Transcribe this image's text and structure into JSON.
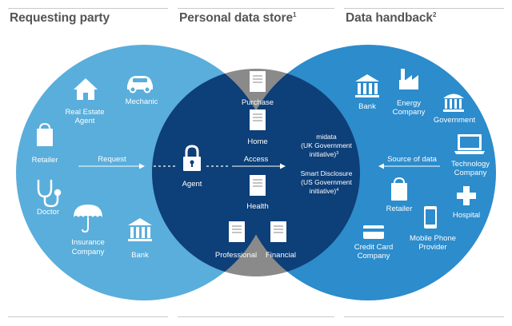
{
  "headers": {
    "requesting": {
      "label": "Requesting party",
      "sup": ""
    },
    "store": {
      "label": "Personal data store",
      "sup": "1"
    },
    "handback": {
      "label": "Data handback",
      "sup": "2"
    }
  },
  "colors": {
    "left_circle": "#5aaedb",
    "middle_circle": "#8a8a8a",
    "right_circle": "#2c8ccc",
    "overlap": "#0d3f78",
    "text": "#ffffff",
    "header": "#555555"
  },
  "requesting_party": {
    "real_estate": {
      "line1": "Real Estate",
      "line2": "Agent",
      "icon": "house-icon"
    },
    "mechanic": {
      "label": "Mechanic",
      "icon": "car-icon"
    },
    "retailer": {
      "label": "Retailer",
      "icon": "shopping-bag-icon"
    },
    "doctor": {
      "label": "Doctor",
      "icon": "stethoscope-icon"
    },
    "insurance": {
      "line1": "Insurance",
      "line2": "Company",
      "icon": "umbrella-icon"
    },
    "bank": {
      "label": "Bank",
      "icon": "bank-icon"
    },
    "request_arrow": "Request"
  },
  "agent": {
    "label": "Agent",
    "icon": "lock-icon"
  },
  "personal_data_store": {
    "purchase": "Purchase",
    "home": "Home",
    "health": "Health",
    "professional": "Professional",
    "financial": "Financial",
    "access_arrow": "Access"
  },
  "initiatives": {
    "midata": {
      "line1": "midata",
      "line2": "(UK Government",
      "line3": "initiative)",
      "sup": "3"
    },
    "smart": {
      "line1": "Smart Disclosure",
      "line2": "(US Government",
      "line3": "initiative)",
      "sup": "4"
    }
  },
  "data_handback": {
    "bank": {
      "label": "Bank",
      "icon": "bank-icon"
    },
    "energy": {
      "line1": "Energy",
      "line2": "Company",
      "icon": "factory-icon"
    },
    "government": {
      "label": "Government",
      "icon": "government-building-icon"
    },
    "technology": {
      "line1": "Technology",
      "line2": "Company",
      "icon": "laptop-icon"
    },
    "retailer": {
      "label": "Retailer",
      "icon": "shopping-bag-icon"
    },
    "hospital": {
      "label": "Hospital",
      "icon": "medical-cross-icon"
    },
    "credit_card": {
      "line1": "Credit Card",
      "line2": "Company",
      "icon": "credit-card-icon"
    },
    "mobile": {
      "line1": "Mobile Phone",
      "line2": "Provider",
      "icon": "mobile-phone-icon"
    },
    "source_arrow": "Source of data"
  }
}
